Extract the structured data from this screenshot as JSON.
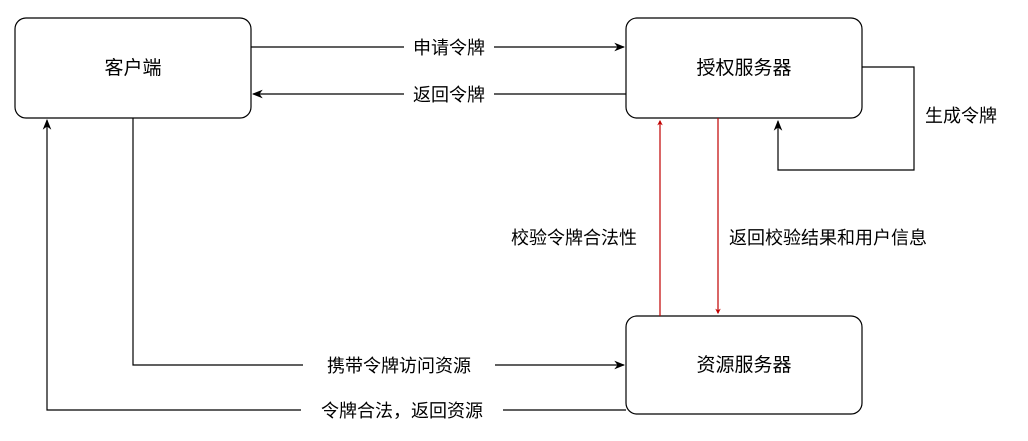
{
  "nodes": {
    "client": {
      "label": "客户端"
    },
    "auth_server": {
      "label": "授权服务器"
    },
    "resource_server": {
      "label": "资源服务器"
    }
  },
  "edges": {
    "request_token": {
      "label": "申请令牌"
    },
    "return_token": {
      "label": "返回令牌"
    },
    "generate_token": {
      "label": "生成令牌"
    },
    "validate_token": {
      "label": "校验令牌合法性"
    },
    "return_validation": {
      "label": "返回校验结果和用户信息"
    },
    "access_resource": {
      "label": "携带令牌访问资源"
    },
    "return_resource": {
      "label": "令牌合法，返回资源"
    }
  },
  "colors": {
    "line": "#000000",
    "highlight": "#c00000",
    "background": "#ffffff"
  }
}
